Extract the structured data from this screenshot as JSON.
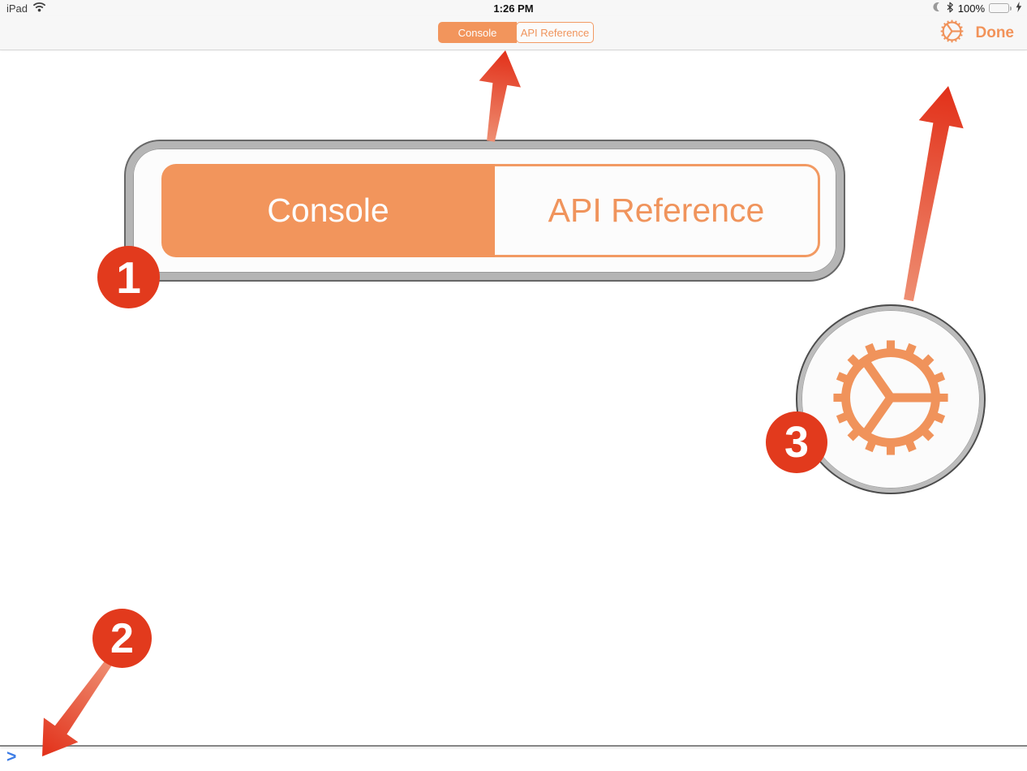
{
  "status_bar": {
    "carrier": "iPad",
    "time": "1:26 PM",
    "battery_percent": "100%"
  },
  "nav_bar": {
    "segmented_control": {
      "segments": [
        {
          "label": "Console",
          "selected": true
        },
        {
          "label": "API Reference",
          "selected": false
        }
      ]
    },
    "done_label": "Done"
  },
  "magnified_segmented_control": {
    "segments": [
      {
        "label": "Console",
        "selected": true
      },
      {
        "label": "API Reference",
        "selected": false
      }
    ]
  },
  "annotations": {
    "badge_1": "1",
    "badge_2": "2",
    "badge_3": "3"
  },
  "console": {
    "prompt": ">"
  },
  "icons": {
    "wifi": "wifi-icon",
    "moon": "do-not-disturb-moon-icon",
    "bluetooth": "bluetooth-icon",
    "battery": "battery-icon",
    "bolt": "charging-bolt-icon",
    "gear": "settings-gear-icon"
  },
  "colors": {
    "accent_orange": "#F2955C",
    "badge_red": "#E23A1D",
    "arrow_red": "#E3321A",
    "prompt_blue": "#3C7CE6",
    "battery_green": "#58D25F",
    "bar_background": "#F7F7F7"
  }
}
